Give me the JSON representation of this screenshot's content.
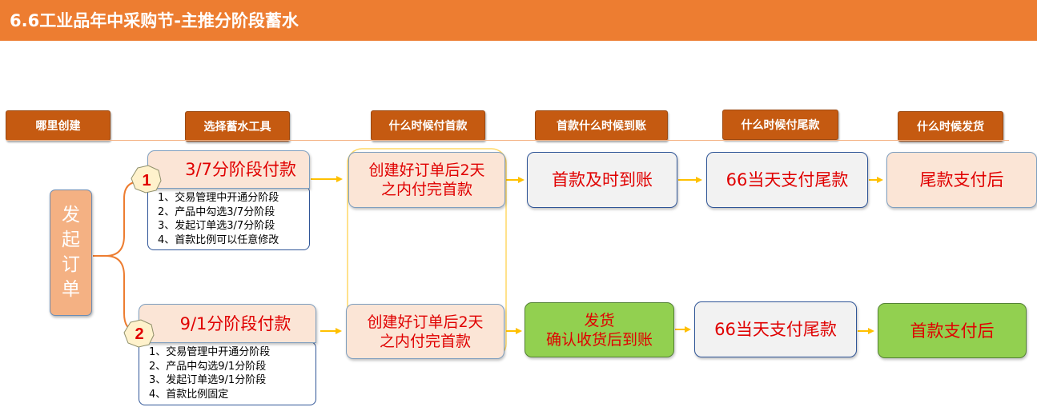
{
  "title": "6.6工业品年中采购节-主推分阶段蓄水",
  "colors": {
    "title_bar": "#ED7D31",
    "header_fill": "#C55A11",
    "peach": "#FBE5D6",
    "grey": "#F2F2F2",
    "green": "#92D050",
    "text_red": "#E00000",
    "arrow": "#FFC000"
  },
  "headers": [
    "哪里创建",
    "选择蓄水工具",
    "什么时候付首款",
    "首款什么时候到账",
    "什么时候付尾款",
    "什么时候发货"
  ],
  "start_node": {
    "chars": [
      "发",
      "起",
      "订",
      "单"
    ]
  },
  "row1": {
    "badge": "1",
    "tool": "3/7分阶段付款",
    "steps": [
      "1、交易管理中开通分阶段",
      "2、产品中勾选3/7分阶段",
      "3、发起订单选3/7分阶段",
      "4、首款比例可以任意修改"
    ],
    "first_pay": [
      "创建好订单后2天",
      "之内付完首款"
    ],
    "arrival": "首款及时到账",
    "final_pay": "66当天支付尾款",
    "ship": "尾款支付后"
  },
  "row2": {
    "badge": "2",
    "tool": "9/1分阶段付款",
    "steps": [
      "1、交易管理中开通分阶段",
      "2、产品中勾选9/1分阶段",
      "3、发起订单选9/1分阶段",
      "4、首款比例固定"
    ],
    "first_pay": [
      "创建好订单后2天",
      "之内付完首款"
    ],
    "arrival": [
      "发货",
      "确认收货后到账"
    ],
    "final_pay": "66当天支付尾款",
    "ship": "首款支付后"
  }
}
